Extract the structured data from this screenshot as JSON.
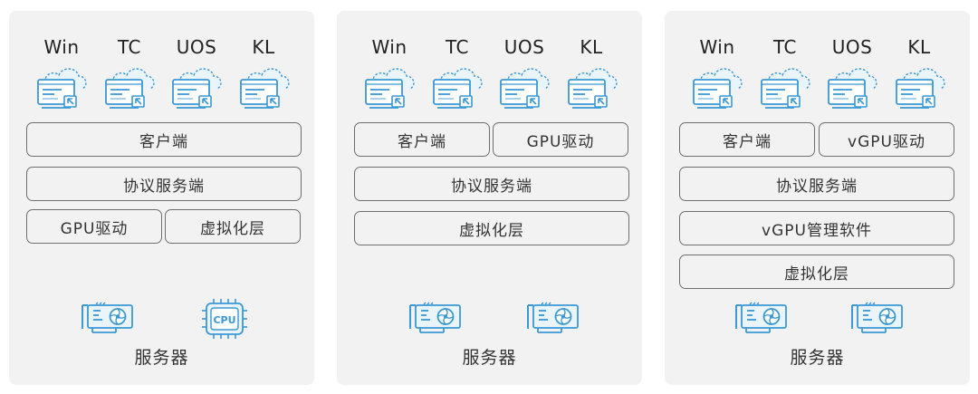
{
  "os_labels": [
    "Win",
    "TC",
    "UOS",
    "KL"
  ],
  "colors": {
    "icon_blue": "#3a98d4",
    "icon_fill": "#eaf4fb",
    "border": "#6e6e6e",
    "panel": "#f2f2f2"
  },
  "panels": [
    {
      "layers": [
        "客户端",
        "协议服务端",
        "GPU驱动",
        "虚拟化层"
      ],
      "hardware": [
        "gpu-card",
        "cpu-chip"
      ],
      "cpu_label": "CPU",
      "server": "服务器"
    },
    {
      "layers": [
        "客户端",
        "GPU驱动",
        "协议服务端",
        "虚拟化层"
      ],
      "hardware": [
        "gpu-card",
        "gpu-card"
      ],
      "server": "服务器"
    },
    {
      "layers": [
        "客户端",
        "vGPU驱动",
        "协议服务端",
        "vGPU管理软件",
        "虚拟化层"
      ],
      "hardware": [
        "gpu-card",
        "gpu-card"
      ],
      "server": "服务器"
    }
  ]
}
